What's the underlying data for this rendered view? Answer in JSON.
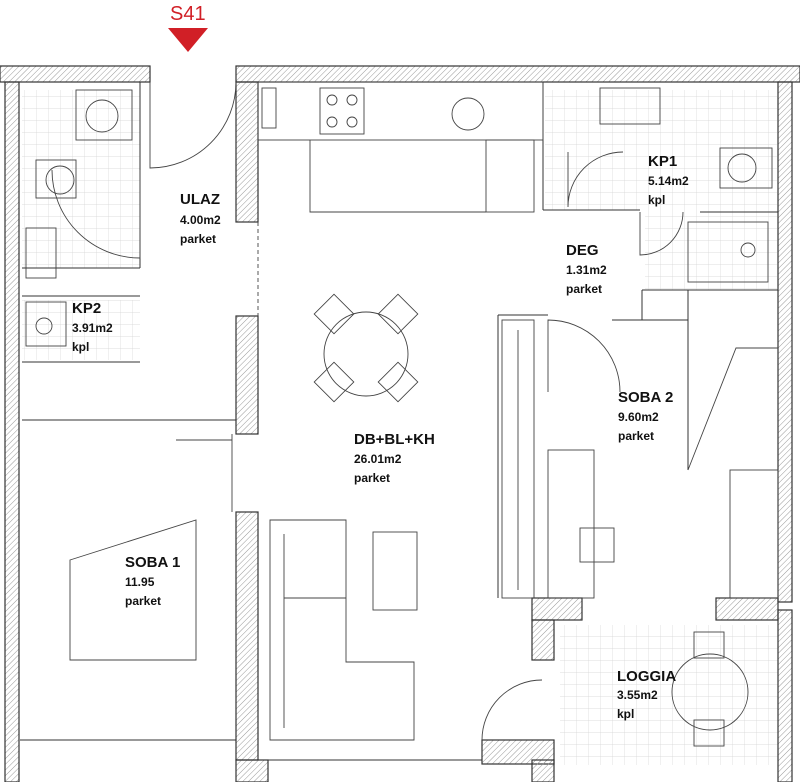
{
  "plan": {
    "unit_marker": "S41",
    "marker_color": "#d11f26",
    "wall_hatch_color": "#888888",
    "line_color": "#333333"
  },
  "rooms": {
    "ulaz": {
      "name": "ULAZ",
      "area": "4.00m2",
      "floor": "parket"
    },
    "kp2": {
      "name": "KP2",
      "area": "3.91m2",
      "floor": "kpl"
    },
    "kp1": {
      "name": "KP1",
      "area": "5.14m2",
      "floor": "kpl"
    },
    "deg": {
      "name": "DEG",
      "area": "1.31m2",
      "floor": "parket"
    },
    "db": {
      "name": "DB+BL+KH",
      "area": "26.01m2",
      "floor": "parket"
    },
    "soba2": {
      "name": "SOBA 2",
      "area": "9.60m2",
      "floor": "parket"
    },
    "soba1": {
      "name": "SOBA 1",
      "area": "11.95",
      "floor": "parket"
    },
    "loggia": {
      "name": "LOGGIA",
      "area": "3.55m2",
      "floor": "kpl"
    }
  }
}
